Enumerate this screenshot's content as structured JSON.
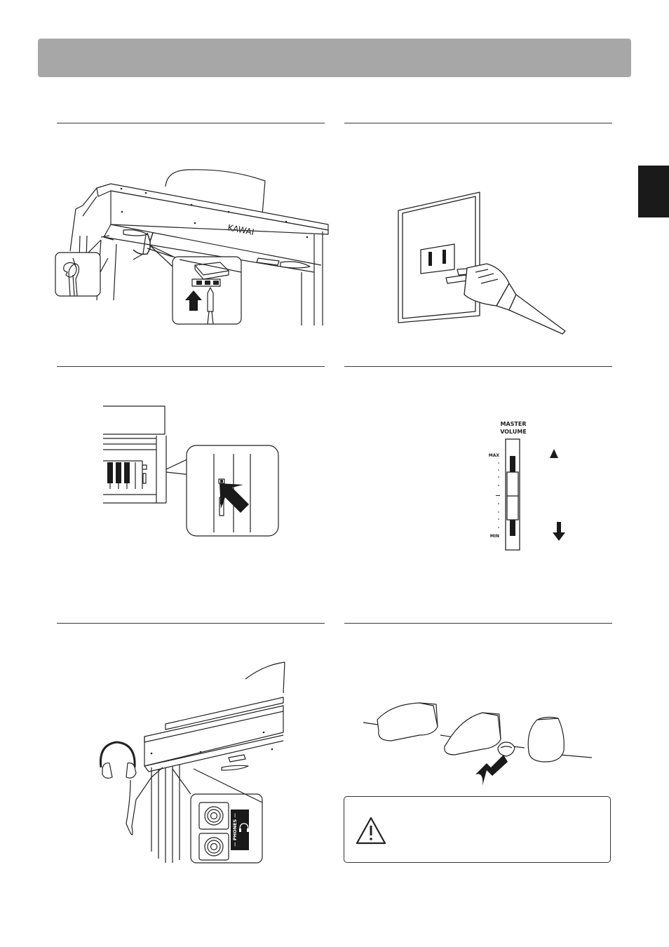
{
  "piano_logo": "KAWAI",
  "master_volume": {
    "label_line1": "MASTER",
    "label_line2": "VOLUME",
    "max_label": "MAX",
    "min_label": "MIN",
    "level": 0.5
  },
  "phones": {
    "label": "— PHONES —"
  },
  "icons": [
    "warning-icon",
    "up-arrow-icon",
    "down-arrow-icon",
    "push-arrow-icon",
    "headphone-icon"
  ],
  "colors": {
    "header_bar": "#a7a7a7",
    "side_tab": "#1a1a1a"
  }
}
